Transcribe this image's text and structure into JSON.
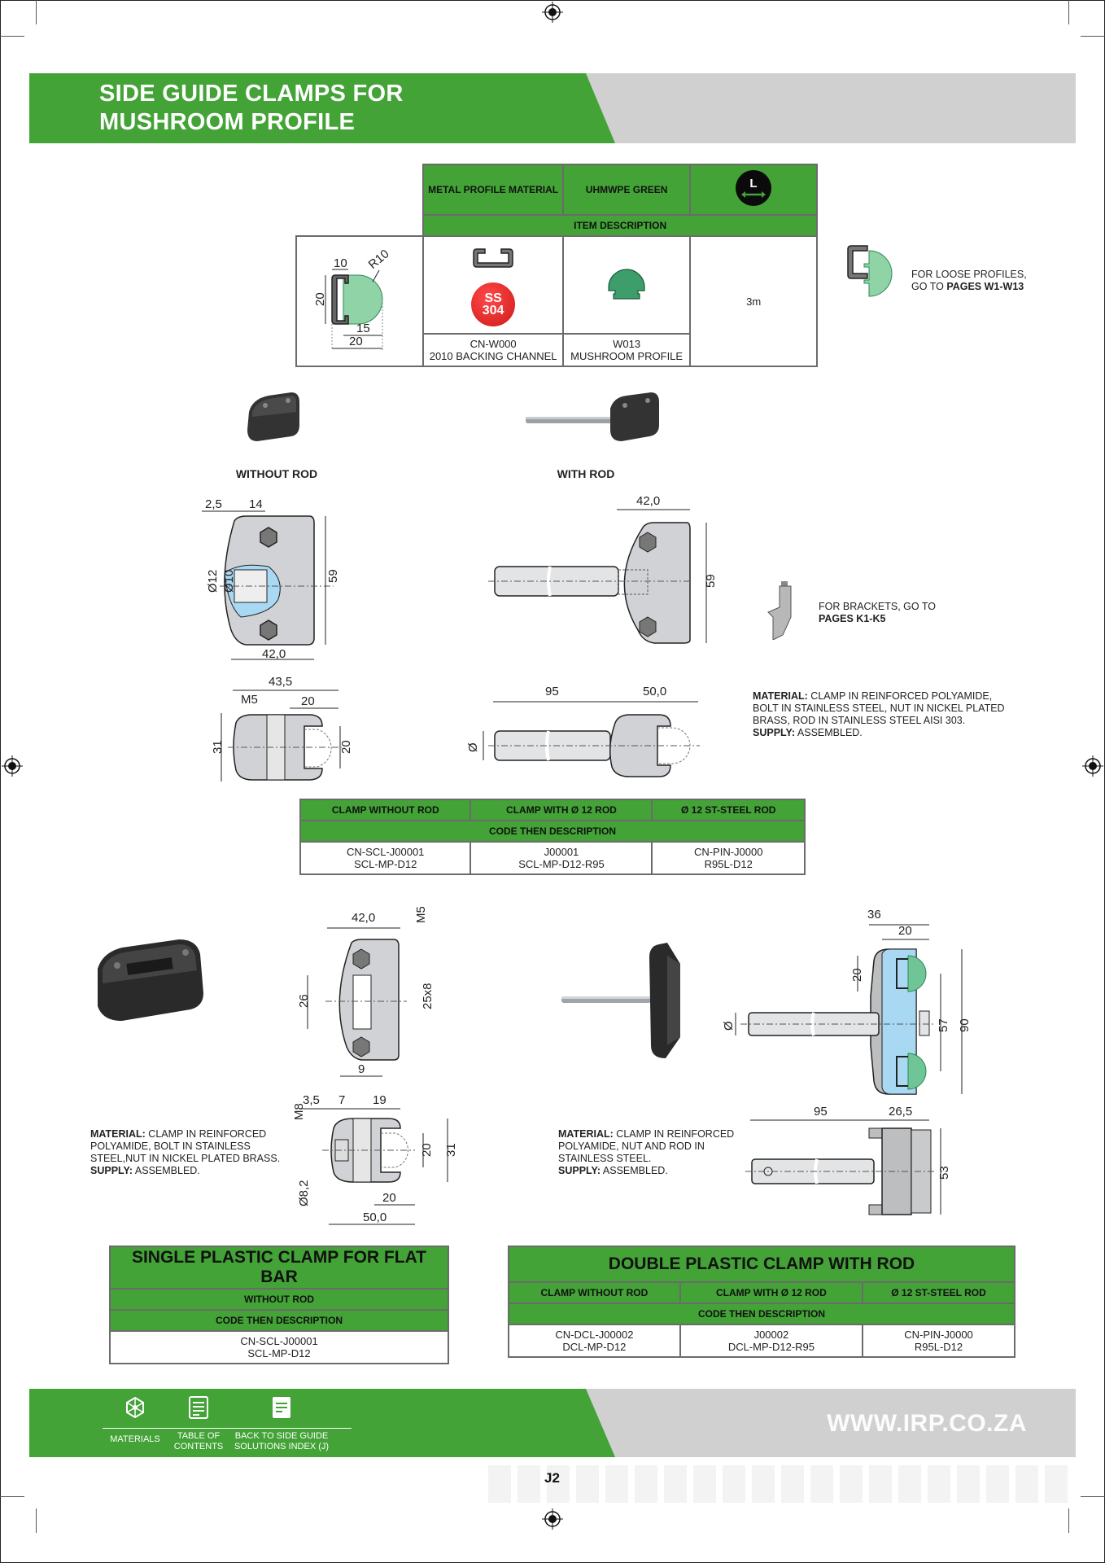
{
  "header": {
    "title_line1": "SIDE GUIDE CLAMPS FOR",
    "title_line2": "MUSHROOM PROFILE",
    "brand_color": "#43a337",
    "band_color": "#d0d0d0"
  },
  "profile_table": {
    "headers": [
      "METAL PROFILE MATERIAL",
      "UHMWPE GREEN",
      "length-icon"
    ],
    "subheader": "ITEM DESCRIPTION",
    "drawing_dims": {
      "width_top": "10",
      "radius": "R10",
      "height": "20",
      "inner": "15",
      "overall": "20"
    },
    "metal_badge": {
      "line1": "SS",
      "line2": "304"
    },
    "items": [
      {
        "code": "CN-W000",
        "description": "2010 BACKING CHANNEL"
      },
      {
        "code": "W013",
        "description": "MUSHROOM PROFILE"
      }
    ],
    "length": "3m"
  },
  "loose_profiles_note": {
    "line1": "FOR LOOSE PROFILES,",
    "line2_prefix": "GO TO ",
    "line2_bold": "PAGES W1-W13"
  },
  "single_clamp": {
    "label_without_rod": "WITHOUT ROD",
    "label_with_rod": "WITH ROD",
    "dims_front": {
      "a": "2,5",
      "b": "14",
      "d12": "Ø12",
      "d10": "Ø10",
      "h": "59",
      "w": "42,0"
    },
    "dims_side": {
      "w": "43,5",
      "m": "M5",
      "slot": "20",
      "h": "31",
      "profile": "20"
    },
    "dims_rod_front": {
      "w": "42,0",
      "h": "59"
    },
    "dims_rod_side": {
      "rod": "95",
      "clamp": "50,0",
      "dia": "Ø"
    }
  },
  "brackets_note": {
    "line1": "FOR BRACKETS, GO TO",
    "line2_bold": "PAGES K1-K5"
  },
  "material_note_1": {
    "material_label": "MATERIAL:",
    "material_text": " CLAMP IN REINFORCED POLYAMIDE, BOLT IN STAINLESS STEEL, NUT IN NICKEL PLATED BRASS, ROD IN STAINLESS STEEL AISI 303.",
    "supply_label": "SUPPLY:",
    "supply_text": " ASSEMBLED."
  },
  "clamp_table": {
    "headers": [
      "CLAMP WITHOUT ROD",
      "CLAMP WITH Ø 12 ROD",
      "Ø 12 ST-STEEL ROD"
    ],
    "subheader": "CODE THEN DESCRIPTION",
    "rows": [
      {
        "code": "CN-SCL-J00001",
        "description": "SCL-MP-D12"
      },
      {
        "code": "J00001",
        "description": "SCL-MP-D12-R95"
      },
      {
        "code": "CN-PIN-J0000",
        "description": "R95L-D12"
      }
    ]
  },
  "flat_bar_clamp": {
    "dims_front": {
      "w": "42,0",
      "m": "M5",
      "h": "26",
      "slot": "25x8",
      "b": "9"
    },
    "dims_side": {
      "a": "3,5",
      "b": "7",
      "c": "19",
      "m": "M8",
      "d": "Ø8,2",
      "p": "20",
      "h": "31",
      "e": "20",
      "w": "50,0"
    },
    "material_label": "MATERIAL:",
    "material_text": " CLAMP IN REINFORCED POLYAMIDE, BOLT IN STAINLESS STEEL,NUT IN NICKEL PLATED BRASS.",
    "supply_label": "SUPPLY:",
    "supply_text": " ASSEMBLED.",
    "table": {
      "title": "SINGLE PLASTIC CLAMP FOR FLAT BAR",
      "header": "WITHOUT ROD",
      "subheader": "CODE THEN DESCRIPTION",
      "code": "CN-SCL-J00001",
      "description": "SCL-MP-D12"
    }
  },
  "double_clamp": {
    "dims": {
      "w36": "36",
      "w20": "20",
      "h20": "20",
      "dia": "Ø",
      "c57": "57",
      "h90": "90",
      "rod": "95",
      "d265": "26,5",
      "h53": "53"
    },
    "material_label": "MATERIAL:",
    "material_text": " CLAMP IN REINFORCED POLYAMIDE, NUT AND ROD IN STAINLESS STEEL.",
    "supply_label": "SUPPLY:",
    "supply_text": " ASSEMBLED.",
    "table": {
      "title": "DOUBLE PLASTIC CLAMP WITH ROD",
      "headers": [
        "CLAMP WITHOUT ROD",
        "CLAMP WITH Ø 12 ROD",
        "Ø 12 ST-STEEL ROD"
      ],
      "subheader": "CODE THEN DESCRIPTION",
      "rows": [
        {
          "code": "CN-DCL-J00002",
          "description": "DCL-MP-D12"
        },
        {
          "code": "J00002",
          "description": "DCL-MP-D12-R95"
        },
        {
          "code": "CN-PIN-J0000",
          "description": "R95L-D12"
        }
      ]
    }
  },
  "footer": {
    "nav": [
      {
        "icon": "materials-icon",
        "label": "MATERIALS"
      },
      {
        "icon": "document-icon",
        "label_line1": "TABLE OF",
        "label_line2": "CONTENTS"
      },
      {
        "icon": "document-filled-icon",
        "label_line1": "BACK TO SIDE GUIDE",
        "label_line2": "SOLUTIONS INDEX (J)"
      }
    ],
    "url": "WWW.IRP.CO.ZA"
  },
  "page_number": "J2"
}
